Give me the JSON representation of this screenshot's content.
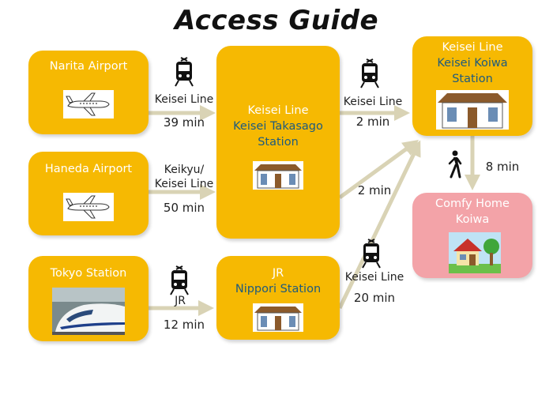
{
  "title": "Access Guide",
  "nodes": {
    "narita": {
      "label": "Narita Airport"
    },
    "haneda": {
      "label": "Haneda Airport"
    },
    "tokyo": {
      "label": "Tokyo Station"
    },
    "takasago": {
      "lines": [
        "Keisei Line",
        "Keisei Takasago",
        "Station"
      ]
    },
    "nippori": {
      "lines": [
        "JR",
        "Nippori Station"
      ]
    },
    "koiwa": {
      "lines": [
        "Keisei Line",
        "Keisei Koiwa",
        "Station"
      ]
    },
    "comfy": {
      "lines": [
        "Comfy Home",
        "Koiwa"
      ]
    }
  },
  "edges": {
    "narita_takasago": {
      "line": "Keisei Line",
      "time": "39 min"
    },
    "haneda_takasago": {
      "line1": "Keikyu/",
      "line2": "Keisei Line",
      "time": "50 min"
    },
    "tokyo_nippori": {
      "line": "JR",
      "time": "12 min"
    },
    "takasago_koiwa": {
      "line": "Keisei Line",
      "time": "2 min"
    },
    "takasago_koiwa_2": {
      "time": "2 min"
    },
    "nippori_koiwa": {
      "line": "Keisei Line",
      "time": "20 min"
    },
    "koiwa_comfy": {
      "time": "8 min"
    }
  },
  "colors": {
    "box": "#f6b902",
    "pink": "#f3a3a8",
    "arrow": "#d9d3b5",
    "blue_text": "#1e5b7e"
  },
  "icons": [
    "train-icon",
    "walking-person-icon",
    "airplane-icon",
    "station-building-icon",
    "house-icon",
    "bullet-train-icon"
  ]
}
